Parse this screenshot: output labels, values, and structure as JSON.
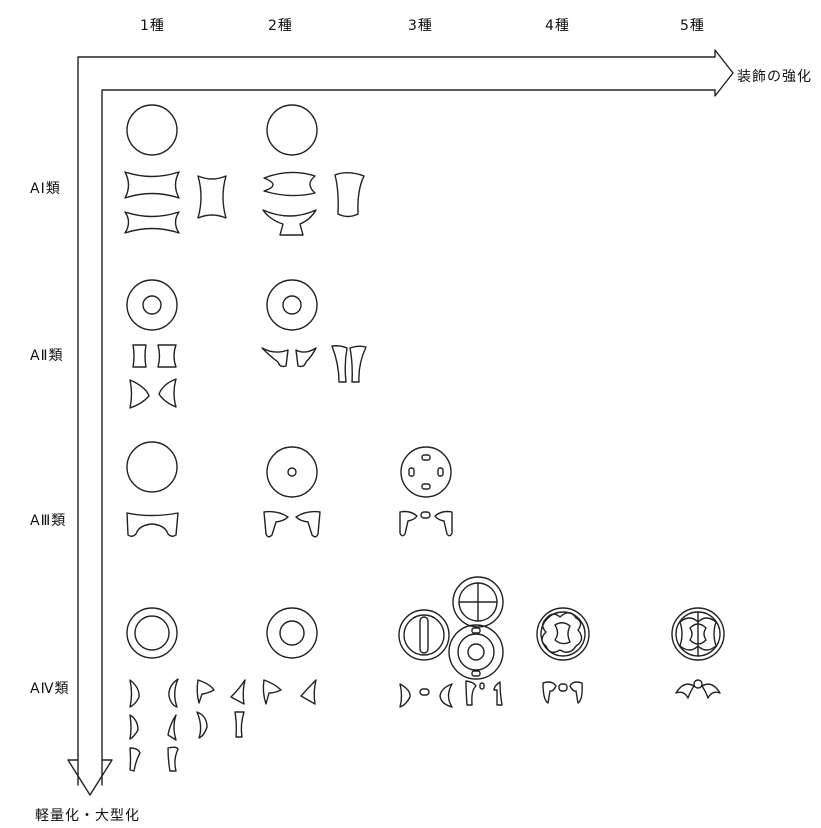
{
  "columns": [
    "1種",
    "2種",
    "3種",
    "4種",
    "5種"
  ],
  "rows": [
    "AⅠ類",
    "AⅡ類",
    "AⅢ類",
    "AⅣ類"
  ],
  "axes": {
    "horizontal": "装飾の強化",
    "vertical": "軽量化・大型化"
  }
}
